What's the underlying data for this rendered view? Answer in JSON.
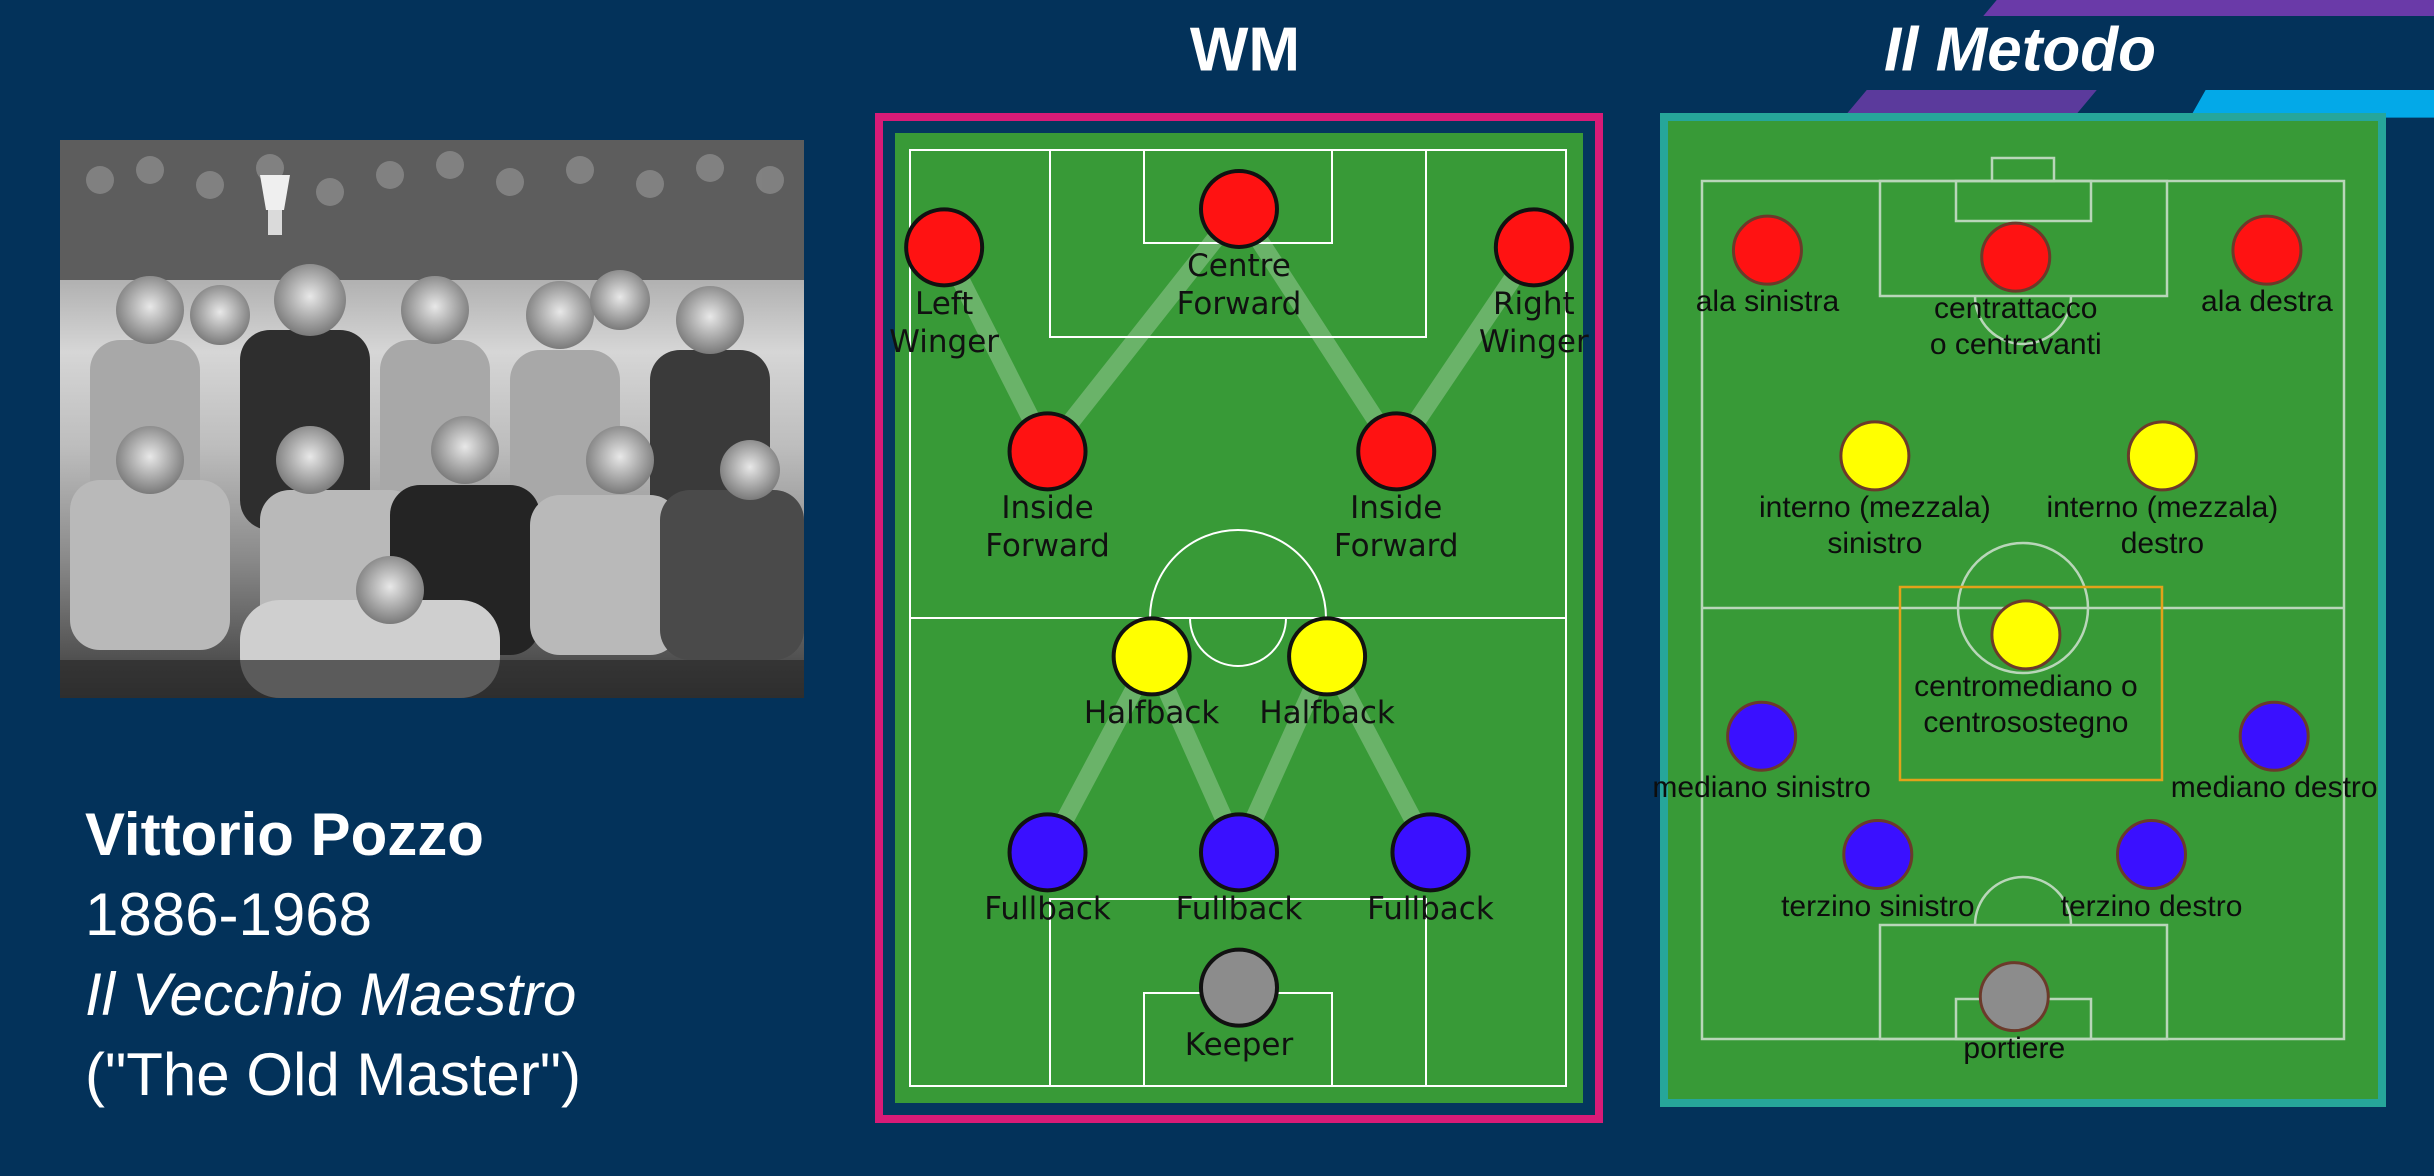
{
  "colors": {
    "background": "#03325a",
    "wm_frame": "#d81b77",
    "metodo_frame": "#26a69a",
    "pitch": "#389a37",
    "forward": "#ff1212",
    "halfback": "#ffff00",
    "fullback": "#3a10ff",
    "keeper": "#8c8c8c",
    "accent_purple": "#6a3aa8",
    "accent_blue": "#03a9e8"
  },
  "photo": {
    "description_icon": "team-photo"
  },
  "caption": {
    "name": "Vittorio Pozzo",
    "years": "1886-1968",
    "nickname": "Il Vecchio Maestro",
    "translation": "(\"The Old Master\")"
  },
  "wm": {
    "title": "WM",
    "players": [
      {
        "role": "forward",
        "label_lines": [
          "Left",
          "Winger"
        ],
        "col": 0.095,
        "row": 0.133
      },
      {
        "role": "forward",
        "label_lines": [
          "Centre",
          "Forward"
        ],
        "col": 0.5,
        "row": 0.095
      },
      {
        "role": "forward",
        "label_lines": [
          "Right",
          "Winger"
        ],
        "col": 0.905,
        "row": 0.133
      },
      {
        "role": "forward",
        "label_lines": [
          "Inside",
          "Forward"
        ],
        "col": 0.237,
        "row": 0.335
      },
      {
        "role": "forward",
        "label_lines": [
          "Inside",
          "Forward"
        ],
        "col": 0.716,
        "row": 0.335
      },
      {
        "role": "halfback",
        "label_lines": [
          "Halfback"
        ],
        "col": 0.38,
        "row": 0.538
      },
      {
        "role": "halfback",
        "label_lines": [
          "Halfback"
        ],
        "col": 0.621,
        "row": 0.538
      },
      {
        "role": "fullback",
        "label_lines": [
          "Fullback"
        ],
        "col": 0.237,
        "row": 0.732
      },
      {
        "role": "fullback",
        "label_lines": [
          "Fullback"
        ],
        "col": 0.5,
        "row": 0.732
      },
      {
        "role": "fullback",
        "label_lines": [
          "Fullback"
        ],
        "col": 0.763,
        "row": 0.732
      },
      {
        "role": "keeper",
        "label_lines": [
          "Keeper"
        ],
        "col": 0.5,
        "row": 0.866
      }
    ]
  },
  "metodo": {
    "title": "Il Metodo",
    "players": [
      {
        "role": "forward",
        "label_lines": [
          "ala sinistra"
        ],
        "col": 0.148,
        "row": 0.138
      },
      {
        "role": "forward",
        "label_lines": [
          "centrattacco",
          "o centravanti"
        ],
        "col": 0.49,
        "row": 0.145
      },
      {
        "role": "forward",
        "label_lines": [
          "ala destra"
        ],
        "col": 0.836,
        "row": 0.138
      },
      {
        "role": "halfback",
        "label_lines": [
          "interno (mezzala)",
          "sinistro"
        ],
        "col": 0.296,
        "row": 0.345
      },
      {
        "role": "halfback",
        "label_lines": [
          "interno (mezzala)",
          "destro"
        ],
        "col": 0.692,
        "row": 0.345
      },
      {
        "role": "halfback",
        "label_lines": [
          "centromediano o",
          "centrosostegno"
        ],
        "col": 0.504,
        "row": 0.525
      },
      {
        "role": "fullback",
        "label_lines": [
          "mediano sinistro"
        ],
        "col": 0.14,
        "row": 0.627
      },
      {
        "role": "fullback",
        "label_lines": [
          "mediano destro"
        ],
        "col": 0.846,
        "row": 0.627
      },
      {
        "role": "fullback",
        "label_lines": [
          "terzino sinistro"
        ],
        "col": 0.3,
        "row": 0.746
      },
      {
        "role": "fullback",
        "label_lines": [
          "terzino destro"
        ],
        "col": 0.677,
        "row": 0.746
      },
      {
        "role": "keeper",
        "label_lines": [
          "portiere"
        ],
        "col": 0.488,
        "row": 0.889
      }
    ]
  }
}
